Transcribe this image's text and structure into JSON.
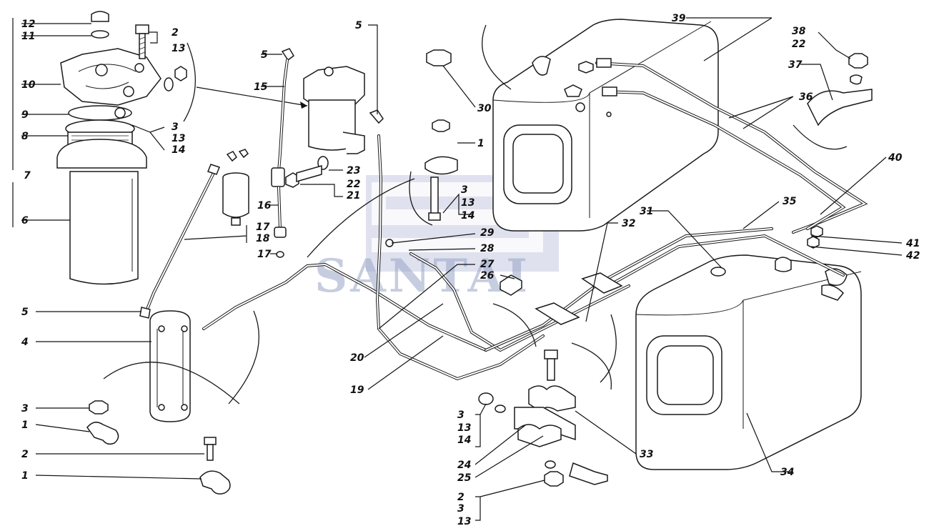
{
  "watermark": {
    "brand": "SANTAI",
    "color": "#8e9bc4"
  },
  "callouts": {
    "c12": "12",
    "c11": "11",
    "c10": "10",
    "c9": "9",
    "c8": "8",
    "c7": "7",
    "c6": "6",
    "c2a": "2",
    "c13a": "13",
    "c3a": "3",
    "c13b": "13",
    "c14a": "14",
    "c5a": "5",
    "c15": "15",
    "c16": "16",
    "c17a": "17",
    "c18": "18",
    "c17b": "17",
    "c23": "23",
    "c22a": "22",
    "c21": "21",
    "c5b": "5",
    "c30": "30",
    "c1a": "1",
    "c3b": "3",
    "c13c": "13",
    "c14b": "14",
    "c29": "29",
    "c28": "28",
    "c27": "27",
    "c26": "26",
    "c39": "39",
    "c38": "38",
    "c22b": "22",
    "c37": "37",
    "c36": "36",
    "c40": "40",
    "c35": "35",
    "c31": "31",
    "c32": "32",
    "c41": "41",
    "c42": "42",
    "c5c": "5",
    "c4": "4",
    "c3c": "3",
    "c1b": "1",
    "c2b": "2",
    "c1c": "1",
    "c20": "20",
    "c19": "19",
    "c3d": "3",
    "c13d": "13",
    "c14c": "14",
    "c24": "24",
    "c25": "25",
    "c2c": "2",
    "c3e": "3",
    "c13e": "13",
    "c33": "33",
    "c34": "34"
  }
}
